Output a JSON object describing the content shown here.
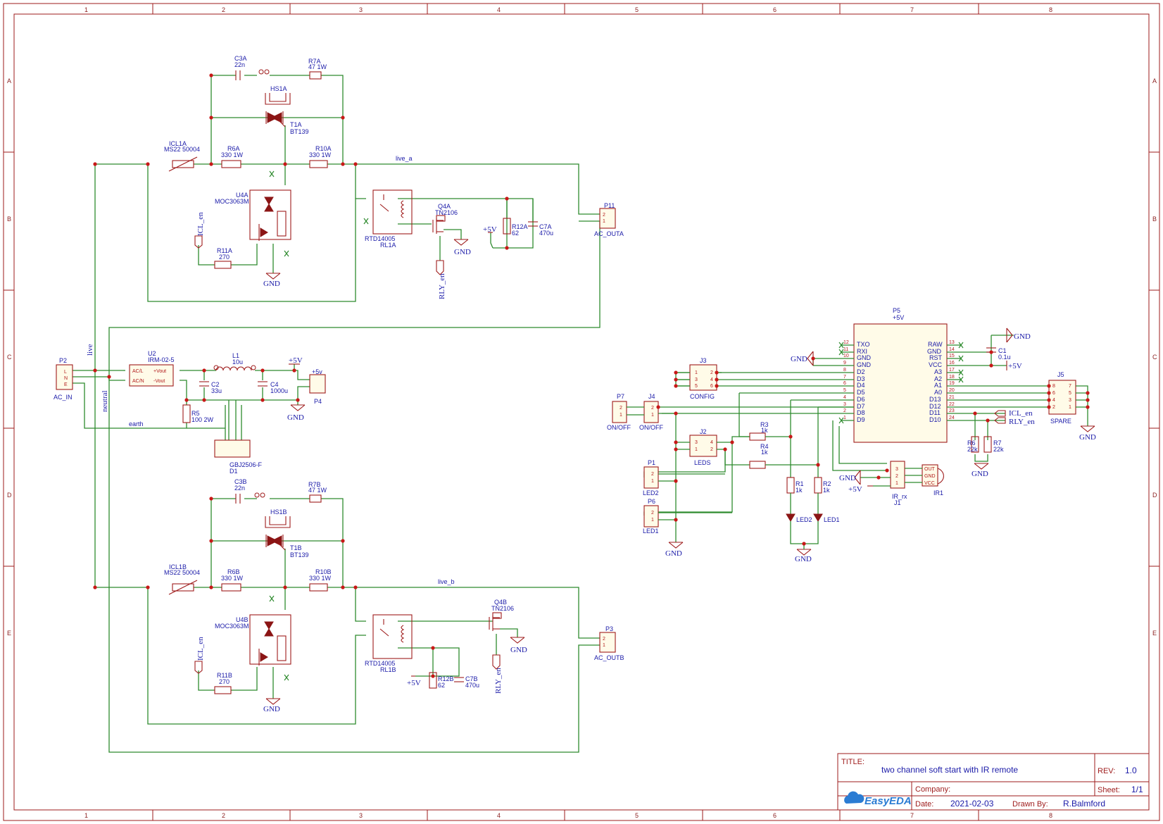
{
  "border": {
    "cols": [
      "1",
      "2",
      "3",
      "4",
      "5",
      "6",
      "7",
      "8"
    ],
    "rows": [
      "A",
      "B",
      "C",
      "D",
      "E"
    ]
  },
  "title_block": {
    "title_label": "TITLE:",
    "title": "two channel soft start with IR remote",
    "rev_label": "REV:",
    "rev": "1.0",
    "company_label": "Company:",
    "company": "",
    "sheet_label": "Sheet:",
    "sheet": "1/1",
    "date_label": "Date:",
    "date": "2021-02-03",
    "drawn_label": "Drawn By:",
    "drawn": "R.Balmford",
    "logo": "EasyEDA"
  },
  "channel_a": {
    "c3": "C3A",
    "c3v": "22n",
    "r7": "R7A",
    "r7v": "47 1W",
    "hs": "HS1A",
    "t1": "T1A",
    "t1v": "BT139",
    "icl": "ICL1A",
    "iclv": "MS22 50004",
    "r6": "R6A",
    "r6v": "330 1W",
    "r10": "R10A",
    "r10v": "330 1W",
    "net_live": "live_a",
    "u4": "U4A",
    "u4v": "MOC3063M",
    "icl_en": "ICL_en",
    "r11": "R11A",
    "r11v": "270",
    "gnd1": "GND",
    "rl": "RL1A",
    "rlv": "RTD14005",
    "q4": "Q4A",
    "q4v": "TN2106",
    "gnd2": "GND",
    "rly_en": "RLY_en",
    "p5v": "+5V",
    "r12": "R12A",
    "r12v": "62",
    "c7": "C7A",
    "c7v": "470u",
    "conn": "P11",
    "connv": "AC_OUTA"
  },
  "channel_b": {
    "c3": "C3B",
    "c3v": "22n",
    "r7": "R7B",
    "r7v": "47 1W",
    "hs": "HS1B",
    "t1": "T1B",
    "t1v": "BT139",
    "icl": "ICL1B",
    "iclv": "MS22 50004",
    "r6": "R6B",
    "r6v": "330 1W",
    "r10": "R10B",
    "r10v": "330 1W",
    "net_live": "live_b",
    "u4": "U4B",
    "u4v": "MOC3063M",
    "icl_en": "ICL_en",
    "r11": "R11B",
    "r11v": "270",
    "gnd1": "GND",
    "rl": "RL1B",
    "rlv": "RTD14005",
    "q4": "Q4B",
    "q4v": "TN2106",
    "gnd2": "GND",
    "rly_en": "RLY_en",
    "p5v": "+5V",
    "r12": "R12B",
    "r12v": "62",
    "c7": "C7B",
    "c7v": "470u",
    "conn": "P3",
    "connv": "AC_OUTB"
  },
  "power": {
    "p2": "P2",
    "p2v": "AC_IN",
    "pins_lne": [
      "L",
      "N",
      "E"
    ],
    "net_live": "live",
    "net_neutral": "neutral",
    "net_earth": "earth",
    "u2": "U2",
    "u2v": "IRM-02-5",
    "u2_in": "AC/L",
    "u2_in2": "AC/N",
    "u2_out": "+Vout",
    "u2_out2": "-Vout",
    "l1": "L1",
    "l1v": "10u",
    "c2": "C2",
    "c2v": "33u",
    "c4": "C4",
    "c4v": "1000u",
    "r5": "R5",
    "r5v": "100 2W",
    "d1": "D1",
    "d1v": "GBJ2506-F",
    "p5v": "+5V",
    "p4": "P4",
    "p4_lbl": "+5v",
    "gnd": "GND"
  },
  "controller": {
    "p5": "P5",
    "p5v": "+5V",
    "left_pins": [
      {
        "num": "12",
        "name": "TXO"
      },
      {
        "num": "11",
        "name": "RXI"
      },
      {
        "num": "10",
        "name": "GND"
      },
      {
        "num": "9",
        "name": "GND"
      },
      {
        "num": "8",
        "name": "D2"
      },
      {
        "num": "7",
        "name": "D3"
      },
      {
        "num": "6",
        "name": "D4"
      },
      {
        "num": "5",
        "name": "D5"
      },
      {
        "num": "4",
        "name": "D6"
      },
      {
        "num": "3",
        "name": "D7"
      },
      {
        "num": "2",
        "name": "D8"
      },
      {
        "num": "1",
        "name": "D9"
      }
    ],
    "right_pins": [
      {
        "num": "13",
        "name": "RAW"
      },
      {
        "num": "14",
        "name": "GND"
      },
      {
        "num": "15",
        "name": "RST"
      },
      {
        "num": "16",
        "name": "VCC"
      },
      {
        "num": "17",
        "name": "A3"
      },
      {
        "num": "18",
        "name": "A2"
      },
      {
        "num": "19",
        "name": "A1"
      },
      {
        "num": "20",
        "name": "A0"
      },
      {
        "num": "21",
        "name": "D13"
      },
      {
        "num": "22",
        "name": "D12"
      },
      {
        "num": "23",
        "name": "D11"
      },
      {
        "num": "24",
        "name": "D10"
      }
    ],
    "gnd_left": "GND",
    "gnd_top": "GND",
    "c1": "C1",
    "c1v": "0.1u",
    "j3": "J3",
    "j3v": "CONFIG",
    "j3_pins": [
      "1",
      "2",
      "3",
      "4",
      "5",
      "6"
    ],
    "p7": "P7",
    "p7v": "ON/OFF",
    "j4": "J4",
    "j4v": "ON/OFF",
    "j2": "J2",
    "j2v": "LEDS",
    "j2_pins": [
      "3",
      "4",
      "1",
      "2"
    ],
    "p1": "P1",
    "p1v": "LED2",
    "p6": "P6",
    "p6v": "LED1",
    "gnd_leds": "GND",
    "r3": "R3",
    "r3v": "1k",
    "r4": "R4",
    "r4v": "1k",
    "r1": "R1",
    "r1v": "1k",
    "r2": "R2",
    "r2v": "1k",
    "led2": "LED2",
    "led1": "LED1",
    "gnd_led": "GND",
    "j1": "J1",
    "j1v": "IR_rx",
    "j1_pins": [
      "3",
      "2",
      "1"
    ],
    "ir1": "IR1",
    "ir_pins": [
      "OUT",
      "GND",
      "VCC"
    ],
    "gnd_ir": "GND",
    "p5v_ir": "+5V",
    "j5": "J5",
    "j5v": "SPARE",
    "j5_pins": [
      "8",
      "7",
      "6",
      "5",
      "4",
      "3",
      "2",
      "1"
    ],
    "gnd_spare": "GND",
    "icl_en": "ICL_en",
    "rly_en": "RLY_en",
    "r6": "R6",
    "r6v": "22k",
    "r7": "R7",
    "r7v": "22k",
    "gnd_r": "GND",
    "pin_2": "2",
    "pin_1": "1"
  },
  "colors": {
    "wire": "#2e8b2e",
    "part": "#9e1b1b",
    "text": "#1a1aa8",
    "junction": "#c81818"
  }
}
